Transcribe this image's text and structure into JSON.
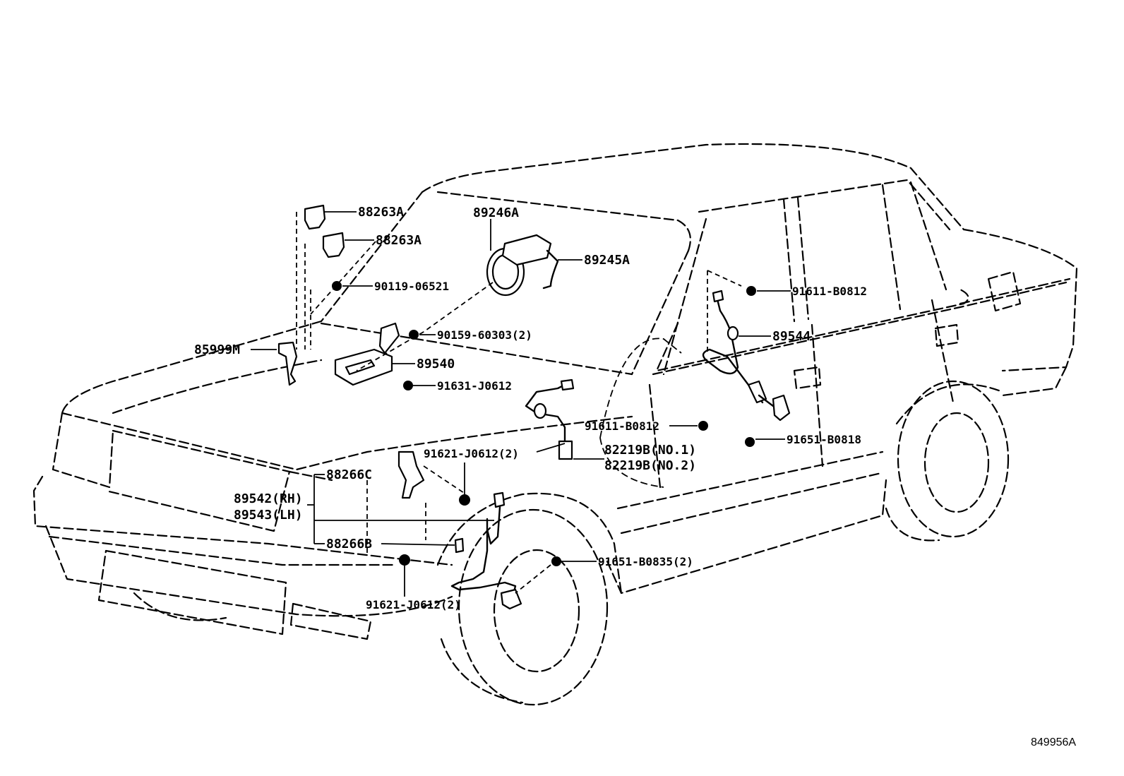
{
  "labels": {
    "p88263a_1": "88263A",
    "p88263a_2": "88263A",
    "p90119": "90119-06521",
    "p85999m": "85999M",
    "p89246a": "89246A",
    "p89245a": "89245A",
    "p90159": "90159-60303(2)",
    "p89540": "89540",
    "p91631": "91631-J0612",
    "p91611_top": "91611-B0812",
    "p89544": "89544",
    "p91611_mid": "91611-B0812",
    "p91651_b0818": "91651-B0818",
    "p91621_upper": "91621-J0612(2)",
    "p82219b_1": "82219B(NO.1)",
    "p82219b_2": "82219B(NO.2)",
    "p88266c": "88266C",
    "p89542": "89542(RH)",
    "p89543": "89543(LH)",
    "p88266b": "88266B",
    "p91651_b0835": "91651-B0835(2)",
    "p91621_lower": "91621-J0612(2)"
  },
  "reference_code": "849956A"
}
